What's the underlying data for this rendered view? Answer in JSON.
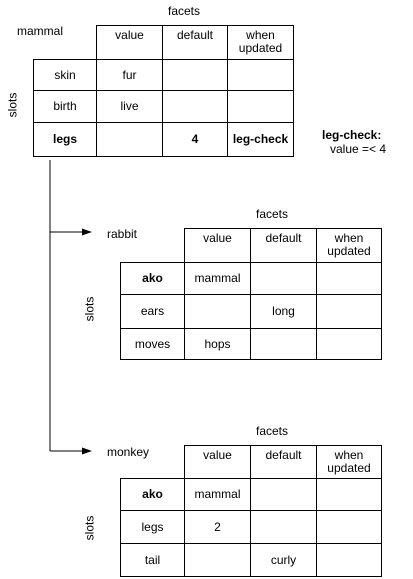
{
  "frames": [
    {
      "name": "mammal",
      "facets_label": "facets",
      "slots_label": "slots",
      "headers": [
        "value",
        "default",
        "when updated"
      ],
      "rows": [
        {
          "slot": "skin",
          "value": "fur",
          "default": "",
          "when_updated": ""
        },
        {
          "slot": "birth",
          "value": "live",
          "default": "",
          "when_updated": ""
        },
        {
          "slot": "legs",
          "value": "",
          "default": "4",
          "when_updated": "leg-check"
        }
      ]
    },
    {
      "name": "rabbit",
      "facets_label": "facets",
      "slots_label": "slots",
      "headers": [
        "value",
        "default",
        "when updated"
      ],
      "rows": [
        {
          "slot": "ako",
          "value": "mammal",
          "default": "",
          "when_updated": ""
        },
        {
          "slot": "ears",
          "value": "",
          "default": "long",
          "when_updated": ""
        },
        {
          "slot": "moves",
          "value": "hops",
          "default": "",
          "when_updated": ""
        }
      ]
    },
    {
      "name": "monkey",
      "facets_label": "facets",
      "slots_label": "slots",
      "headers": [
        "value",
        "default",
        "when updated"
      ],
      "rows": [
        {
          "slot": "ako",
          "value": "mammal",
          "default": "",
          "when_updated": ""
        },
        {
          "slot": "legs",
          "value": "2",
          "default": "",
          "when_updated": ""
        },
        {
          "slot": "tail",
          "value": "",
          "default": "curly",
          "when_updated": ""
        }
      ]
    }
  ],
  "note": {
    "title": "leg-check:",
    "body": "value =< 4"
  }
}
